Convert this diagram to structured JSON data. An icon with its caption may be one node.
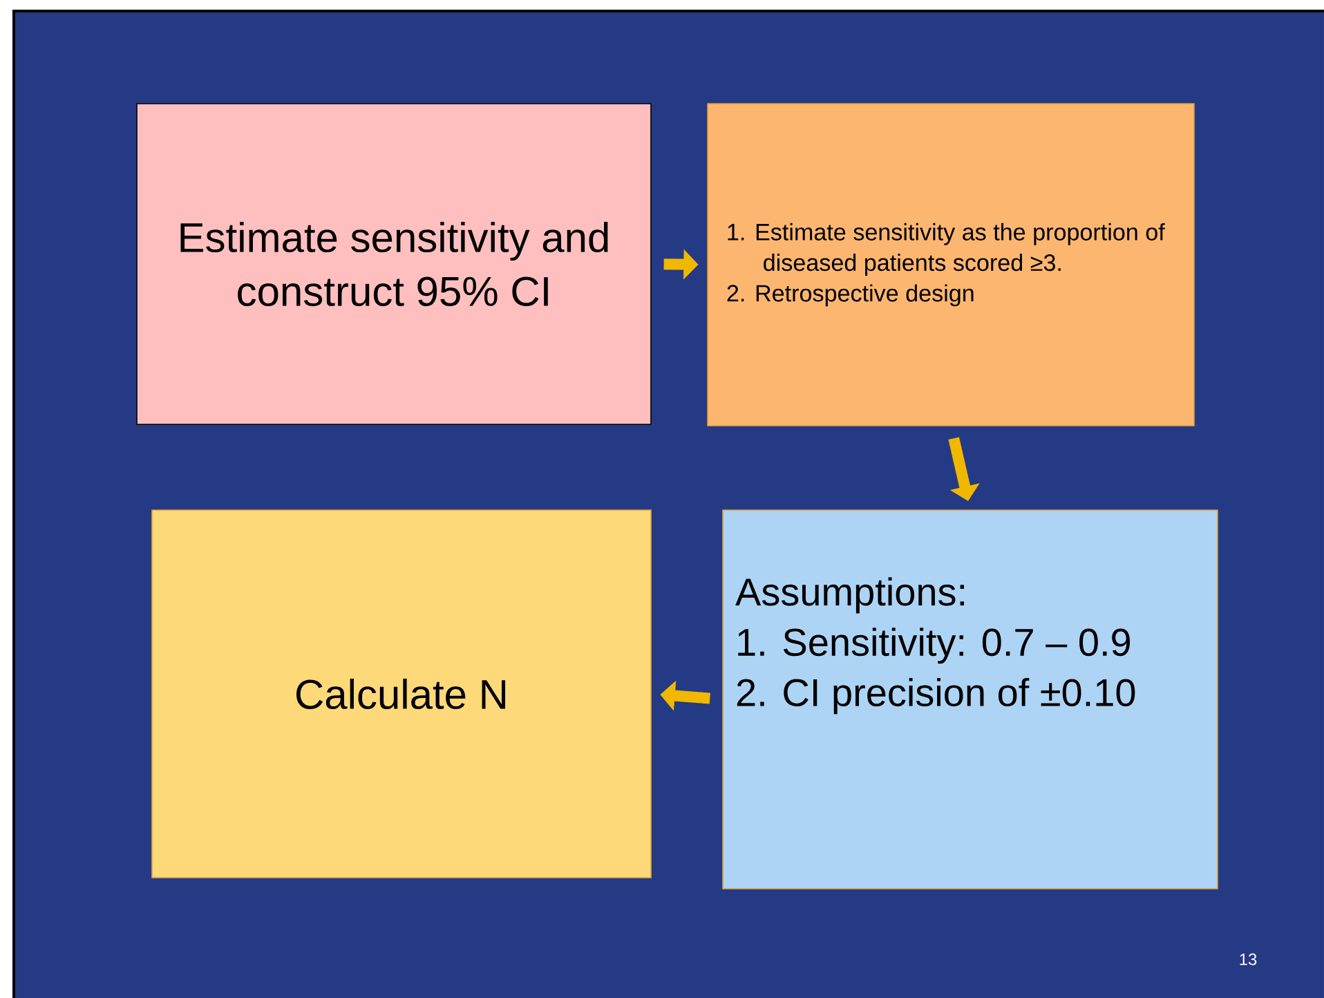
{
  "diagram": {
    "nodes": [
      {
        "text": [
          "Estimate sensitivity and construct 95% CI"
        ]
      },
      {
        "text": [
          "1. Estimate sensitivity as the proportion of diseased patients scored ≥3.",
          "2. Retrospective design"
        ]
      },
      {
        "text": [
          "Assumptions:",
          "1. Sensitivity: 0.7 – 0.9",
          "2. CI precision of ±0.10"
        ]
      },
      {
        "text": [
          "Calculate N"
        ]
      }
    ],
    "edges": [
      {
        "from": 0,
        "to": 1,
        "arrow": "to"
      },
      {
        "from": 1,
        "to": 2,
        "arrow": "to"
      },
      {
        "from": 2,
        "to": 3,
        "arrow": "to"
      }
    ],
    "labels": [
      "13"
    ]
  }
}
